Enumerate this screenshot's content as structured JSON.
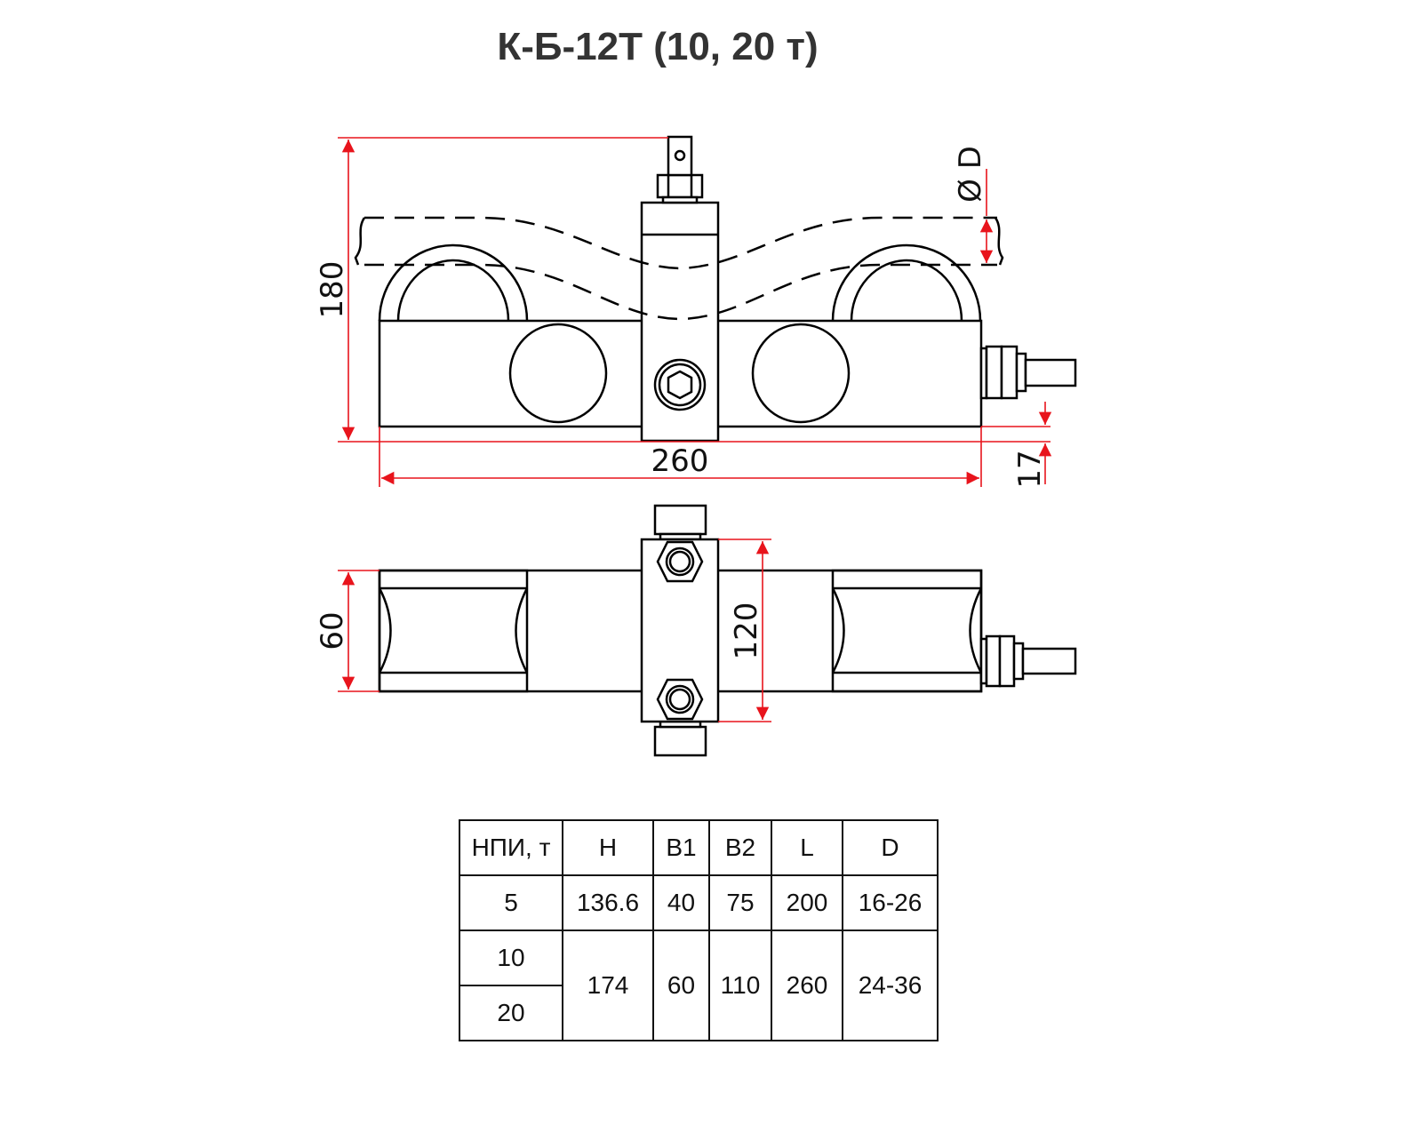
{
  "title": "К-Б-12Т (10, 20 т)",
  "dimensions": {
    "height": "180",
    "length": "260",
    "base_offset": "17",
    "pipe_diameter": "Ø D",
    "width": "60",
    "center_block": "120"
  },
  "colors": {
    "dimension": "#e8141c",
    "outline": "#000000"
  },
  "table": {
    "headers": [
      "НПИ, т",
      "H",
      "B1",
      "B2",
      "L",
      "D"
    ],
    "rows": [
      {
        "load": "5",
        "H": "136.6",
        "B1": "40",
        "B2": "75",
        "L": "200",
        "D": "16-26"
      },
      {
        "load": [
          "10",
          "20"
        ],
        "H": "174",
        "B1": "60",
        "B2": "110",
        "L": "260",
        "D": "24-36"
      }
    ]
  }
}
